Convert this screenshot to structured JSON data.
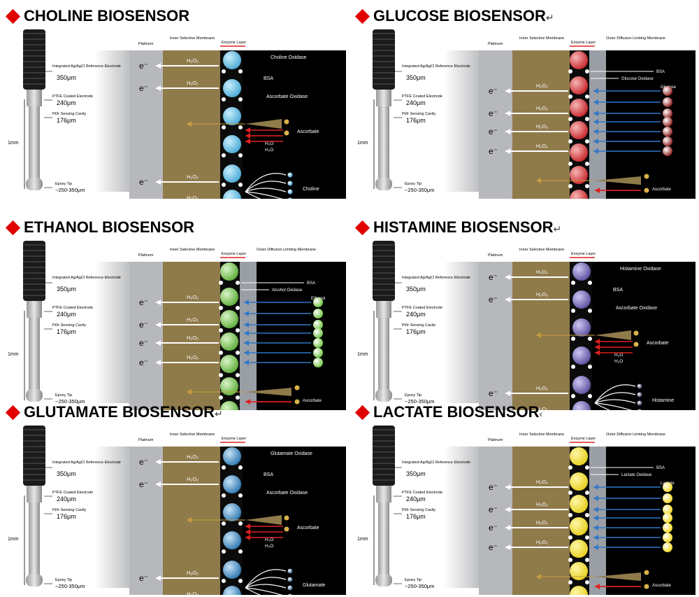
{
  "panels": [
    {
      "id": "choline",
      "title": "CHOLINE BIOSENSOR",
      "title_mark": "",
      "outer": false,
      "enzyme_name": "Choline Oxidase",
      "substrate": "Choline",
      "interferent": "Ascorbate",
      "ascorbate_oxidase": true,
      "colors": {
        "enzyme": "#4aa9d6",
        "enzyme_hi": "#c9eefb",
        "substrate": "#3c9fdc"
      }
    },
    {
      "id": "glucose",
      "title": "GLUCOSE BIOSENSOR",
      "title_mark": "↵",
      "outer": true,
      "enzyme_name": "Glucose Oxidase",
      "substrate": "Glucose",
      "interferent": "Ascorbate",
      "ascorbate_oxidase": false,
      "colors": {
        "enzyme": "#c8262a",
        "enzyme_hi": "#f5b5b5",
        "substrate": "#8c1a1a"
      }
    },
    {
      "id": "ethanol",
      "title": "ETHANOL BIOSENSOR",
      "title_mark": "",
      "outer": true,
      "enzyme_name": "Alcohol Oxidase",
      "substrate": "Ethanol",
      "interferent": "Ascorbate",
      "ascorbate_oxidase": false,
      "colors": {
        "enzyme": "#5eae3a",
        "enzyme_hi": "#d9f4c7",
        "substrate": "#6cc23c"
      }
    },
    {
      "id": "histamine",
      "title": "HISTAMINE BIOSENSOR",
      "title_mark": "↵",
      "outer": false,
      "enzyme_name": "Histamine Oxidase",
      "substrate": "Histamine",
      "interferent": "Ascorbate",
      "ascorbate_oxidase": true,
      "colors": {
        "enzyme": "#5a4f9e",
        "enzyme_hi": "#cfc8f2",
        "substrate": "#2d3556"
      }
    },
    {
      "id": "glutamate",
      "title": "GLUTAMATE BIOSENSOR",
      "title_mark": "↵",
      "outer": false,
      "enzyme_name": "Glutamate Oxidase",
      "substrate": "Glutamate",
      "interferent": "Ascorbate",
      "ascorbate_oxidase": true,
      "colors": {
        "enzyme": "#2f78b0",
        "enzyme_hi": "#c6e2f6",
        "substrate": "#2a5a86"
      }
    },
    {
      "id": "lactate",
      "title": "LACTATE BIOSENSOR",
      "title_mark": "‹",
      "outer": true,
      "enzyme_name": "Lactate Oxidase",
      "substrate": "Lactate",
      "interferent": "Ascorbate",
      "ascorbate_oxidase": false,
      "colors": {
        "enzyme": "#e6cf1c",
        "enzyme_hi": "#fff6a8",
        "substrate": "#f2d81a"
      }
    }
  ],
  "labels": {
    "platinum": "Platinum",
    "inner_membrane": "Inner Selective Membrane",
    "enzyme_layer": "Enzyme Layer",
    "outer_membrane": "Outer Diffusion Limiting Membrane",
    "bsa": "BSA",
    "ascorbate_oxidase": "Ascorbate Oxidase",
    "h2o2": "H₂O₂",
    "electron": "e⁻",
    "h2o": "H₂O",
    "ref_electrode": "Integrated Ag/AgCl Reference Electrode",
    "ref_size": "350μm",
    "ptfe": "PTFE Coated Electrode",
    "ptfe_size": "240μm",
    "cavity": "Pt/Ir Sensing Cavity",
    "cavity_size": "176μm",
    "epoxy": "Epoxy Tip",
    "epoxy_size": "~250-350μm",
    "length": "1mm"
  },
  "colors": {
    "platinum": "#b7b8bc",
    "membrane": "#8f7a4a",
    "outer": "#9a9ea5",
    "background": "#000000",
    "title_marker": "#e00000",
    "arrow_blue": "#2f78c8",
    "arrow_red": "#e02020"
  }
}
